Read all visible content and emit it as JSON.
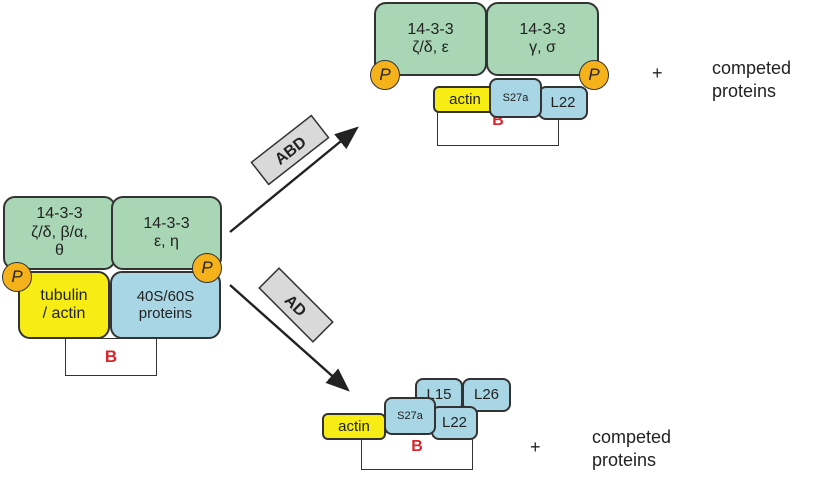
{
  "left_complex": {
    "green1": "14-3-3\nζ/δ, β/α,\nθ",
    "green2": "14-3-3\nε, η",
    "yellow": "tubulin\n/ actin",
    "blue": "40S/60S\nproteins",
    "p1": "P",
    "p2": "P",
    "b": "B"
  },
  "arrows": {
    "top_label": "ABD",
    "bottom_label": "AD"
  },
  "top_complex": {
    "green1": "14-3-3\nζ/δ, ε",
    "green2": "14-3-3\nγ, σ",
    "p1": "P",
    "p2": "P",
    "actin": "actin",
    "s27a": "S27a",
    "l22": "L22",
    "b": "B",
    "plus": "+",
    "competed": "competed\nproteins"
  },
  "bottom_complex": {
    "actin": "actin",
    "s27a": "S27a",
    "l15": "L15",
    "l26": "L26",
    "l22": "L22",
    "b": "B",
    "plus": "+",
    "competed": "competed\nproteins"
  },
  "colors": {
    "green": "#a9d7b5",
    "blue": "#a9d6e5",
    "yellow": "#f7ec13",
    "phospho": "#f5b21b",
    "b_label": "#d9252a",
    "arrow_label_box": "#d9d9d9"
  }
}
